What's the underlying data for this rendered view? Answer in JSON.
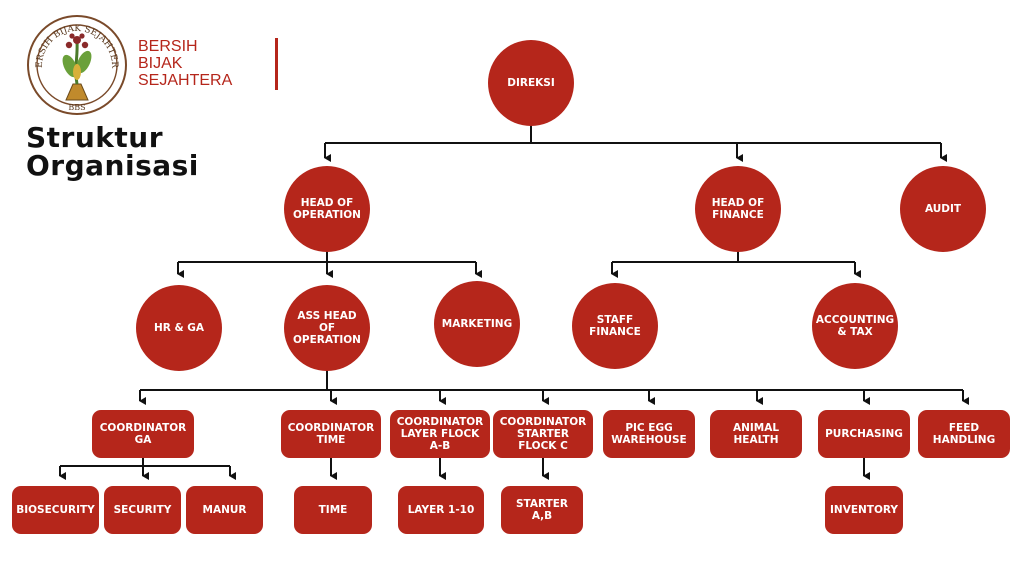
{
  "brand": {
    "line1": "BERSIH",
    "line2": "BIJAK",
    "line3": "SEJAHTERA"
  },
  "logo": {
    "ring_text": "BERSIH BIJAK SEJAHTERA",
    "abbr": "BBS"
  },
  "title": {
    "line1": "Struktur",
    "line2": "Organisasi"
  },
  "colors": {
    "node": "#b5261b",
    "text_on_node": "#ffffff",
    "connector": "#111111"
  },
  "nodes": {
    "direksi": "DIREKSI",
    "head_operation": "HEAD OF OPERATION",
    "head_finance": "HEAD OF FINANCE",
    "audit": "AUDIT",
    "hr_ga": "HR & GA",
    "ass_head_operation": "ASS HEAD OF OPERATION",
    "marketing": "MARKETING",
    "staff_finance": "STAFF FINANCE",
    "accounting_tax": "ACCOUNTING & TAX",
    "coordinator_ga": "COORDINATOR GA",
    "coordinator_time": "COORDINATOR TIME",
    "coordinator_layer": "COORDINATOR LAYER FLOCK A-B",
    "coordinator_starter": "COORDINATOR STARTER FLOCK C",
    "pic_egg": "PIC EGG WAREHOUSE",
    "animal_health": "ANIMAL HEALTH",
    "purchasing": "PURCHASING",
    "feed_handling": "FEED HANDLING",
    "biosecurity": "BIOSECURITY",
    "security": "SECURITY",
    "manur": "MANUR",
    "time": "TIME",
    "layer": "LAYER 1-10",
    "starter": "STARTER A,B",
    "inventory": "INVENTORY"
  }
}
